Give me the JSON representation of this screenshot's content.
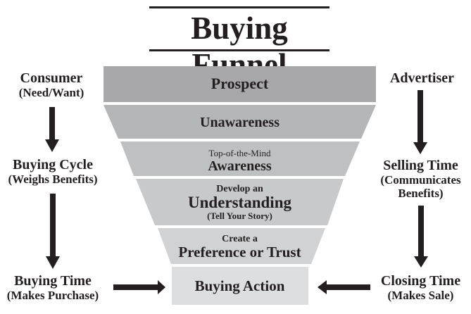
{
  "title": "Buying Funnel",
  "funnel": {
    "stages": [
      {
        "id": "prospect",
        "lines": [
          "Prospect"
        ],
        "color": "#a8a8aa"
      },
      {
        "id": "unawareness",
        "lines": [
          "Unawareness"
        ],
        "color": "#b4b6b8"
      },
      {
        "id": "awareness",
        "lines": [
          "Top-of-the-Mind",
          "Awareness"
        ],
        "color": "#bfc0c2"
      },
      {
        "id": "understanding",
        "lines": [
          "Develop an",
          "Understanding",
          "(Tell Your Story)"
        ],
        "color": "#c8c9cb"
      },
      {
        "id": "preference",
        "lines": [
          "Create a",
          "Preference or Trust"
        ],
        "color": "#d1d2d4"
      },
      {
        "id": "buying-action",
        "lines": [
          "Buying Action"
        ],
        "color": "#dddee0"
      }
    ]
  },
  "consumer": {
    "steps": [
      {
        "main": "Consumer",
        "sub": "(Need/Want)"
      },
      {
        "main": "Buying Cycle",
        "sub": "(Weighs Benefits)"
      },
      {
        "main": "Buying Time",
        "sub": "(Makes Purchase)"
      }
    ]
  },
  "advertiser": {
    "steps": [
      {
        "main": "Advertiser",
        "sub": ""
      },
      {
        "main": "Selling Time",
        "sub": "(Communicates",
        "sub2": "Benefits)"
      },
      {
        "main": "Closing Time",
        "sub": "(Makes Sale)"
      }
    ]
  },
  "colors": {
    "ink": "#231f20",
    "background": "#ffffff"
  }
}
